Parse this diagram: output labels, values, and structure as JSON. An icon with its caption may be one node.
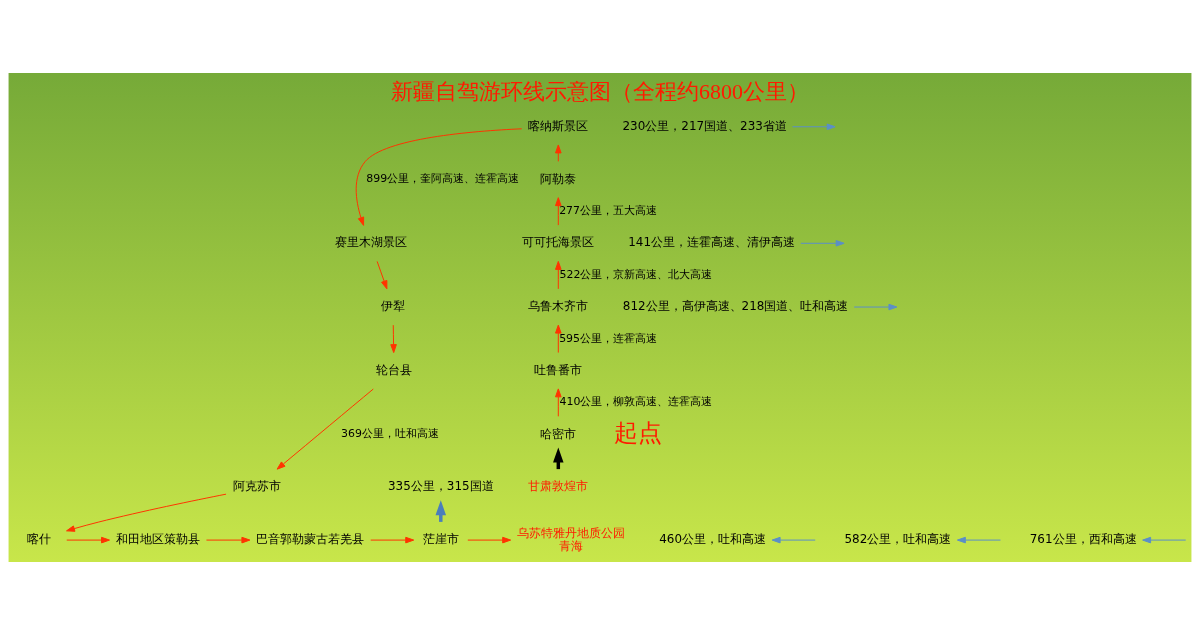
{
  "diagram": {
    "title": "新疆自驾游环线示意图（全程约6800公里）",
    "nodes": [
      {
        "text": [
          "喀纳斯景区"
        ]
      },
      {
        "text": [
          "230公里，217国道、233省道"
        ]
      },
      {
        "text": [
          "阿勒泰"
        ]
      },
      {
        "text": [
          "赛里木湖景区"
        ]
      },
      {
        "text": [
          "可可托海景区"
        ]
      },
      {
        "text": [
          "141公里，连霍高速、清伊高速"
        ]
      },
      {
        "text": [
          "伊犁"
        ]
      },
      {
        "text": [
          "乌鲁木齐市"
        ]
      },
      {
        "text": [
          "812公里，高伊高速、218国道、吐和高速"
        ]
      },
      {
        "text": [
          "吐鲁番市"
        ]
      },
      {
        "text": [
          "轮台县"
        ]
      },
      {
        "text": [
          "哈密市"
        ]
      },
      {
        "text": [
          "甘肃敦煌市"
        ]
      },
      {
        "text": [
          "阿克苏市"
        ]
      },
      {
        "text": [
          "喀什"
        ]
      },
      {
        "text": [
          "335公里，315国道"
        ]
      },
      {
        "text": [
          "和田地区策勒县"
        ]
      },
      {
        "text": [
          "巴音郭勒蒙古若羌县"
        ]
      },
      {
        "text": [
          "茫崖市"
        ]
      },
      {
        "text": [
          "乌苏特雅丹地质公园",
          "青海"
        ]
      },
      {
        "text": [
          "460公里，吐和高速"
        ]
      },
      {
        "text": [
          "582公里，吐和高速"
        ]
      },
      {
        "text": [
          "761公里，西和高速"
        ]
      }
    ],
    "edges": [
      {
        "from": 12,
        "to": 11,
        "arrow": "to",
        "style": "thick",
        "color": "#000000"
      },
      {
        "from": 11,
        "to": 9,
        "arrow": "to",
        "label": "410公里，柳敦高速、连霍高速"
      },
      {
        "from": 9,
        "to": 7,
        "arrow": "to",
        "label": "595公里，连霍高速"
      },
      {
        "from": 7,
        "to": 4,
        "arrow": "to",
        "label": "522公里，京新高速、北大高速"
      },
      {
        "from": 4,
        "to": 2,
        "arrow": "to",
        "label": "277公里，五大高速"
      },
      {
        "from": 2,
        "to": 0,
        "arrow": "to"
      },
      {
        "from": 0,
        "to": 3,
        "arrow": "to",
        "label": "899公里，奎阿高速、连霍高速"
      },
      {
        "from": 3,
        "to": 6,
        "arrow": "to"
      },
      {
        "from": 6,
        "to": 10,
        "arrow": "to"
      },
      {
        "from": 10,
        "to": 13,
        "arrow": "to",
        "label": "369公里，吐和高速"
      },
      {
        "from": 13,
        "to": 14,
        "arrow": "to"
      },
      {
        "from": 14,
        "to": 16,
        "arrow": "to"
      },
      {
        "from": 16,
        "to": 17,
        "arrow": "to"
      },
      {
        "from": 17,
        "to": 18,
        "arrow": "to"
      },
      {
        "from": 18,
        "to": 19,
        "arrow": "to"
      },
      {
        "from": 1,
        "to": null,
        "arrow": "to",
        "color": "#5b8fc7"
      },
      {
        "from": 5,
        "to": null,
        "arrow": "to",
        "color": "#5b8fc7"
      },
      {
        "from": 8,
        "to": null,
        "arrow": "to",
        "color": "#5b8fc7"
      },
      {
        "from": null,
        "to": 20,
        "arrow": "to",
        "color": "#5b8fc7"
      },
      {
        "from": null,
        "to": 21,
        "arrow": "to",
        "color": "#5b8fc7"
      },
      {
        "from": null,
        "to": 22,
        "arrow": "to",
        "color": "#5b8fc7"
      },
      {
        "from": 18,
        "to": 15,
        "arrow": "to",
        "style": "thick",
        "color": "#4a7ebb"
      }
    ],
    "labels": [
      "起点"
    ]
  }
}
